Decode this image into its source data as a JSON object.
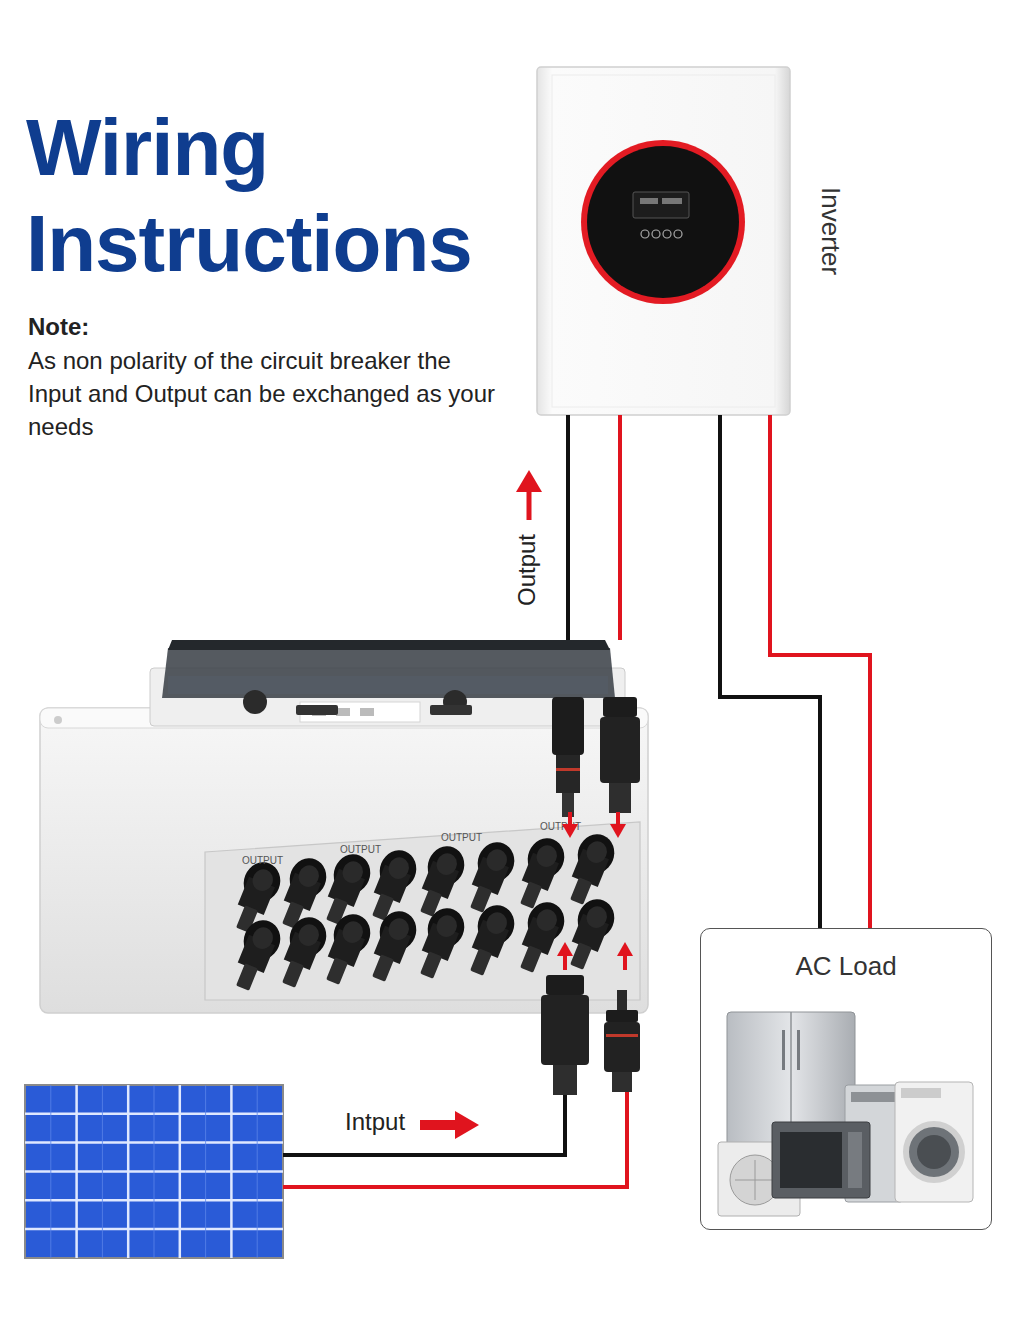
{
  "diagram": {
    "title": "Wiring Instructions",
    "nodes": [
      {
        "text": [
          "Inverter"
        ]
      },
      {
        "text": [
          "OUTPUT",
          "OUTPUT",
          "OUTPUT",
          "OUTPUT"
        ]
      },
      {
        "text": [
          "AC Load"
        ]
      }
    ],
    "edges": [
      {
        "from": 1,
        "to": 0,
        "label": "Output",
        "arrow": "to"
      },
      {
        "from": 0,
        "to": 2,
        "arrow": "none"
      }
    ],
    "labels": [
      "Note:",
      "As non polarity of the circuit breaker the Input and Output can be exchanged as your needs",
      "Intput"
    ]
  }
}
